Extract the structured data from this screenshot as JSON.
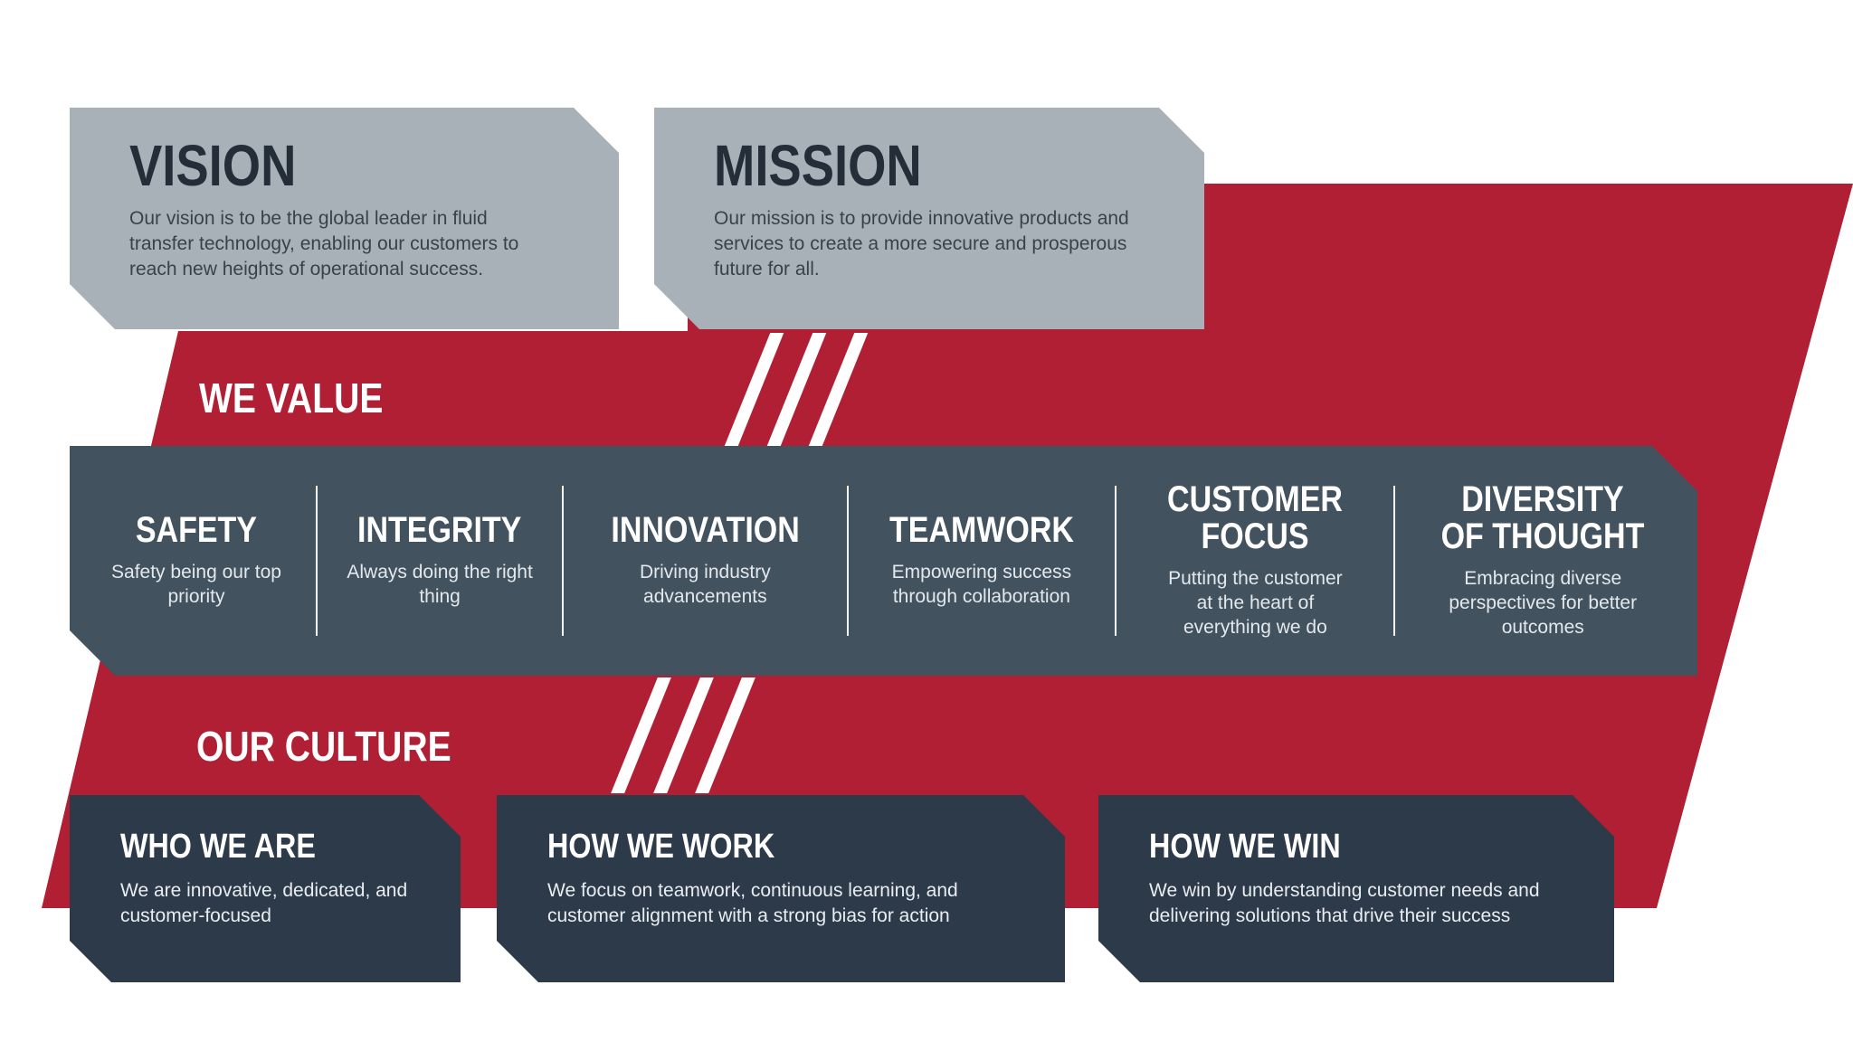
{
  "vision": {
    "title": "VISION",
    "body": "Our vision is to be the global leader in fluid transfer technology, enabling our customers to reach new heights of operational success."
  },
  "mission": {
    "title": "MISSION",
    "body": "Our mission is to provide innovative products and services to create a more secure and prosperous future for all."
  },
  "values_section": {
    "label": "WE VALUE",
    "items": [
      {
        "title": "SAFETY",
        "body": "Safety being our top priority"
      },
      {
        "title": "INTEGRITY",
        "body": "Always doing the right thing"
      },
      {
        "title": "INNOVATION",
        "body": "Driving industry advancements"
      },
      {
        "title": "TEAMWORK",
        "body": "Empowering success through collaboration"
      },
      {
        "title": "CUSTOMER FOCUS",
        "body": "Putting the customer at the heart of everything we do"
      },
      {
        "title": "DIVERSITY OF THOUGHT",
        "body": "Embracing diverse perspectives for better outcomes"
      }
    ]
  },
  "culture_section": {
    "label": "OUR CULTURE",
    "items": [
      {
        "title": "WHO WE ARE",
        "body": "We are innovative, dedicated, and customer-focused"
      },
      {
        "title": "HOW WE WORK",
        "body": "We focus on teamwork, continuous learning, and customer alignment with a strong bias for action"
      },
      {
        "title": "HOW WE WIN",
        "body": "We win by understanding customer needs and delivering solutions that drive their success"
      }
    ]
  },
  "colors": {
    "red": "#B01F33",
    "gray_box": "#A9B1B8",
    "values_bar": "#43525F",
    "culture_box": "#2C3A49",
    "heading_dark": "#242E38"
  }
}
